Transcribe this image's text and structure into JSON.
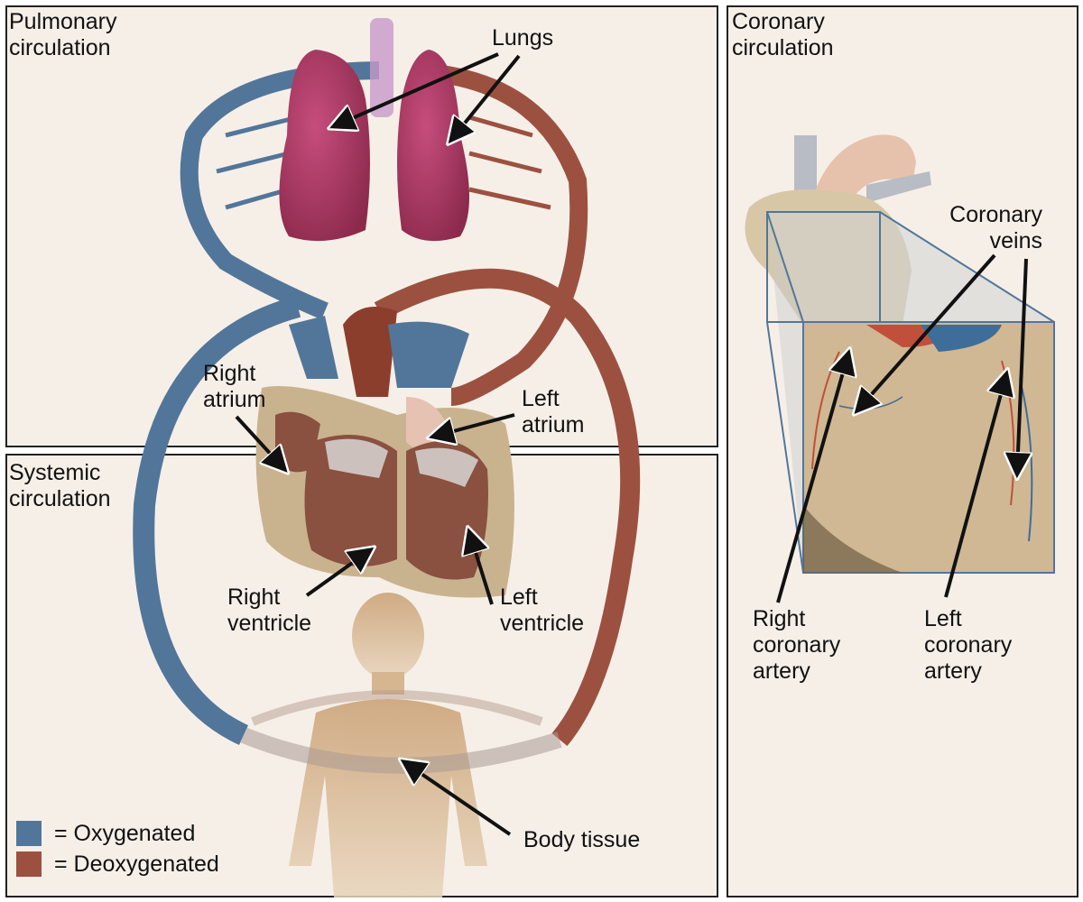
{
  "panels": {
    "pulmonary": {
      "title": "Pulmonary\ncirculation"
    },
    "systemic": {
      "title": "Systemic\ncirculation"
    },
    "coronary": {
      "title": "Coronary\ncirculation"
    }
  },
  "labels": {
    "lungs": "Lungs",
    "right_atrium": "Right\natrium",
    "left_atrium": "Left\natrium",
    "right_ventricle": "Right\nventricle",
    "left_ventricle": "Left\nventricle",
    "body_tissue": "Body tissue",
    "coronary_veins": "Coronary\nveins",
    "right_coronary_artery": "Right\ncoronary\nartery",
    "left_coronary_artery": "Left\ncoronary\nartery"
  },
  "legend": [
    {
      "label": "= Oxygenated",
      "color": "#52769a"
    },
    {
      "label": "= Deoxygenated",
      "color": "#9c5140"
    }
  ],
  "colors": {
    "oxygenated": "#52769a",
    "deoxygenated": "#9c5140",
    "lung": "#a8375f",
    "trachea": "#c89ac8",
    "heart_tissue": "#c9b38f",
    "heart_chamber": "#8a5040",
    "body": "#d8b58c",
    "panel_bg": "#f6efe8"
  }
}
